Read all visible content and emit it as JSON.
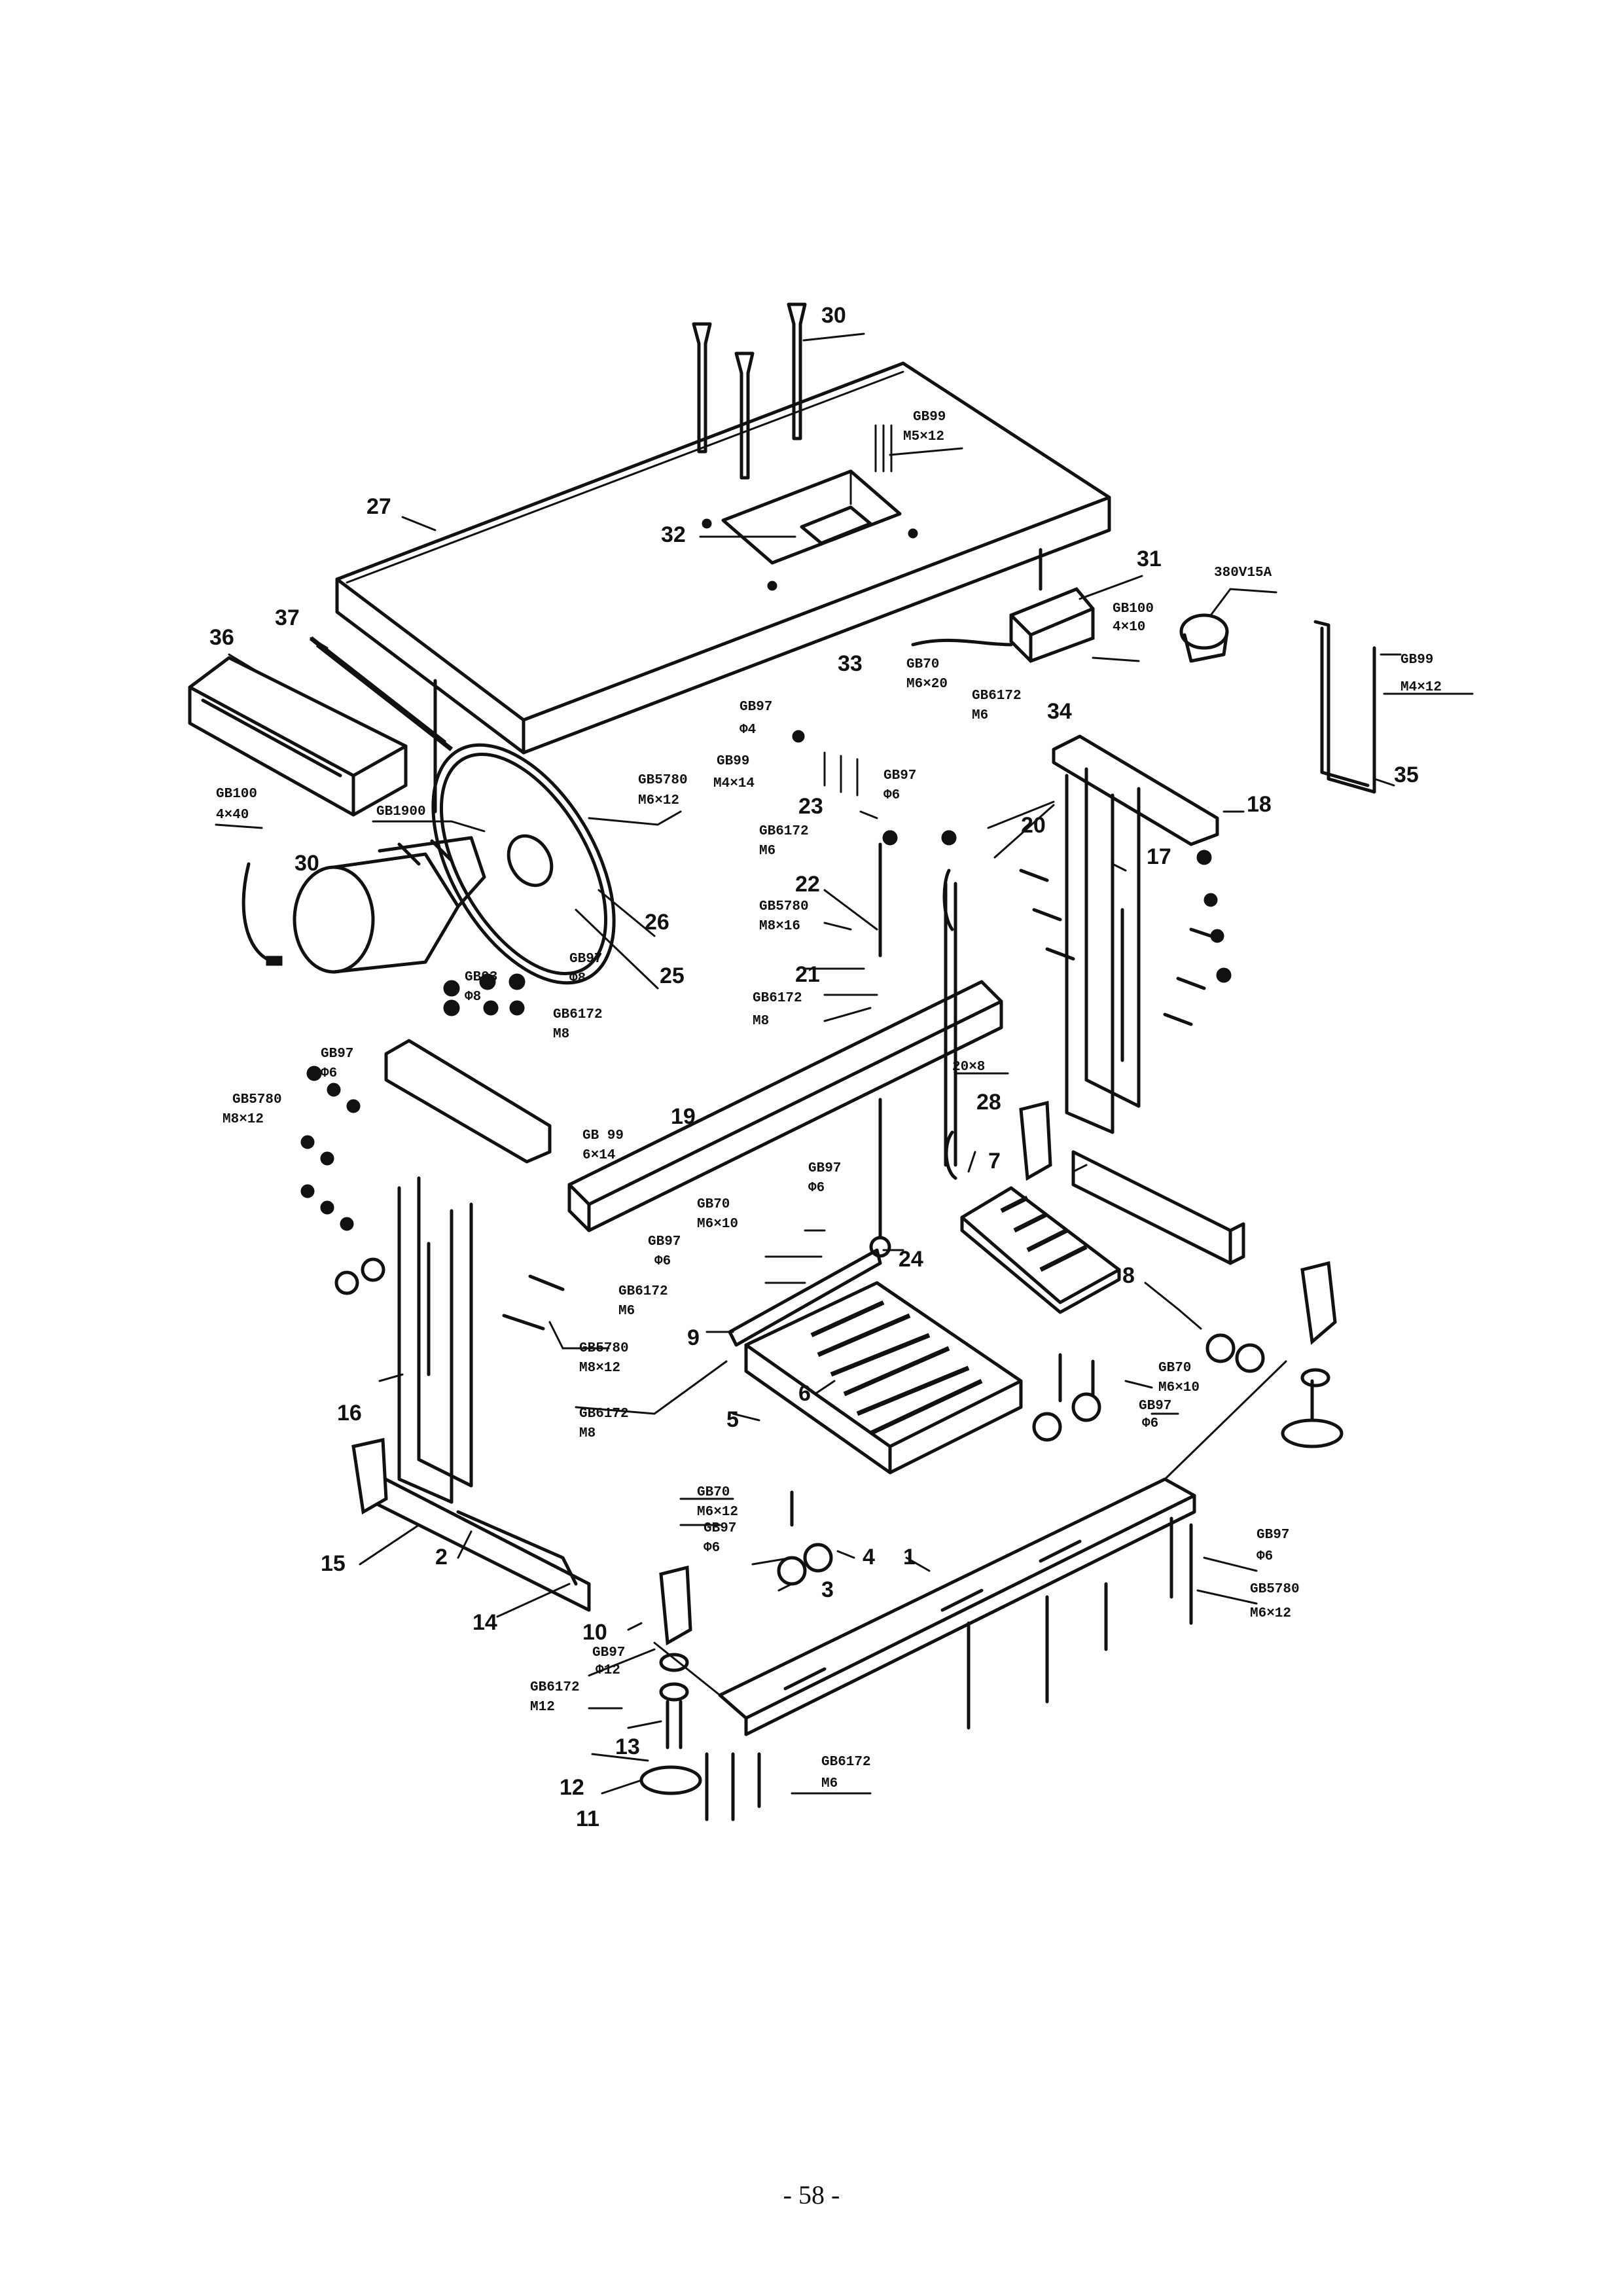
{
  "callouts": {
    "n1": "1",
    "n2": "2",
    "n3": "3",
    "n4": "4",
    "n5": "5",
    "n6": "6",
    "n7": "7",
    "n8": "8",
    "n9": "9",
    "n10": "10",
    "n11": "11",
    "n12": "12",
    "n13": "13",
    "n14": "14",
    "n15": "15",
    "n16": "16",
    "n17": "17",
    "n18": "18",
    "n19": "19",
    "n20": "20",
    "n21": "21",
    "n22": "22",
    "n23": "23",
    "n24": "24",
    "n25": "25",
    "n26": "26",
    "n27": "27",
    "n28": "28",
    "n30a": "30",
    "n30b": "30",
    "n31": "31",
    "n32": "32",
    "n33": "33",
    "n34": "34",
    "n35": "35",
    "n36": "36",
    "n37": "37"
  },
  "specs": {
    "s1a": "GB99",
    "s1b": "M5×12",
    "s2": "380V15A",
    "s3a": "GB100",
    "s3b": "4×10",
    "s4a": "GB99",
    "s4b": "M4×12",
    "s5a": "GB70",
    "s5b": "M6×20",
    "s6a": "GB6172",
    "s6b": "M6",
    "s7a": "GB97",
    "s7b": "Φ4",
    "s8a": "GB99",
    "s8b": "M4×14",
    "s9a": "GB97",
    "s9b": "Φ6",
    "s10a": "GB6172",
    "s10b": "M6",
    "s11a": "GB5780",
    "s11b": "M8×16",
    "s12a": "GB6172",
    "s12b": "M8",
    "s13a": "GB5780",
    "s13b": "M6×12",
    "s14a": "GB100",
    "s14b": "4×40",
    "s15": "GB1900",
    "s16a": "GB97",
    "s16b": "Φ8",
    "s17a": "GB93",
    "s17b": "Φ8",
    "s18a": "GB6172",
    "s18b": "M8",
    "s19a": "GB97",
    "s19b": "Φ6",
    "s20a": "GB5780",
    "s20b": "M8×12",
    "s21a": "GB 99",
    "s21b": "6×14",
    "s22": "20×8",
    "s23a": "GB97",
    "s23b": "Φ6",
    "s24a": "GB70",
    "s24b": "M6×10",
    "s25a": "GB97",
    "s25b": "Φ6",
    "s26a": "GB6172",
    "s26b": "M6",
    "s27a": "GB5780",
    "s27b": "M8×12",
    "s28a": "GB6172",
    "s28b": "M8",
    "s29a": "GB70",
    "s29b": "M6×10",
    "s30a": "GB97",
    "s30b": "Φ6",
    "s31a": "GB70",
    "s31b": "M6×12",
    "s32a": "GB97",
    "s32b": "Φ6",
    "s33a": "GB97",
    "s33b": "Φ6",
    "s34a": "GB5780",
    "s34b": "M6×12",
    "s35a": "GB97",
    "s35b": "Φ12",
    "s36a": "GB6172",
    "s36b": "M12",
    "s37a": "GB6172",
    "s37b": "M6"
  },
  "page_number": "- 58 -"
}
